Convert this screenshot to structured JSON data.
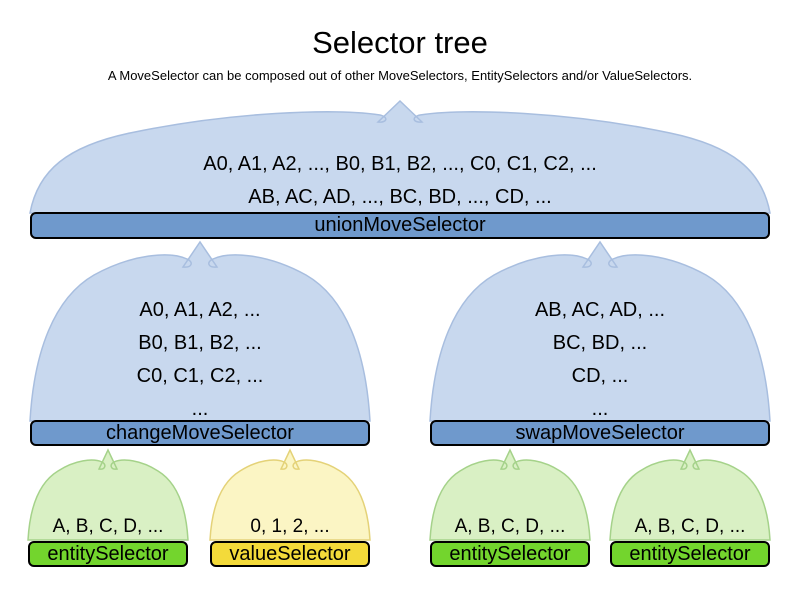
{
  "header": {
    "title": "Selector tree",
    "subtitle": "A MoveSelector can be composed out of other MoveSelectors, EntitySelectors and/or ValueSelectors."
  },
  "colors": {
    "blue_fill": "#c8d8ee",
    "blue_stroke": "#a8bedf",
    "blue_bar": "#6f99cc",
    "green_fill": "#d9f0c4",
    "green_stroke": "#a5d28a",
    "green_bar": "#73d52d",
    "yellow_fill": "#fbf5c4",
    "yellow_stroke": "#e4d278",
    "yellow_bar": "#f3da3a",
    "bar_border": "#000000",
    "text": "#000000"
  },
  "nodes": {
    "union": {
      "label": "unionMoveSelector",
      "lines": [
        "A0, A1, A2, ..., B0, B1, B2, ..., C0, C1, C2, ...",
        "AB, AC, AD, ..., BC, BD, ..., CD, ..."
      ]
    },
    "change": {
      "label": "changeMoveSelector",
      "lines": [
        "A0, A1, A2, ...",
        "B0, B1, B2, ...",
        "C0, C1, C2, ...",
        "..."
      ]
    },
    "swap": {
      "label": "swapMoveSelector",
      "lines": [
        "AB, AC, AD, ...",
        "BC, BD, ...",
        "CD, ...",
        "..."
      ]
    },
    "entity1": {
      "label": "entitySelector",
      "lines": [
        "A, B, C, D, ..."
      ]
    },
    "value1": {
      "label": "valueSelector",
      "lines": [
        "0, 1, 2, ..."
      ]
    },
    "entity2": {
      "label": "entitySelector",
      "lines": [
        "A, B, C, D, ..."
      ]
    },
    "entity3": {
      "label": "entitySelector",
      "lines": [
        "A, B, C, D, ..."
      ]
    }
  }
}
